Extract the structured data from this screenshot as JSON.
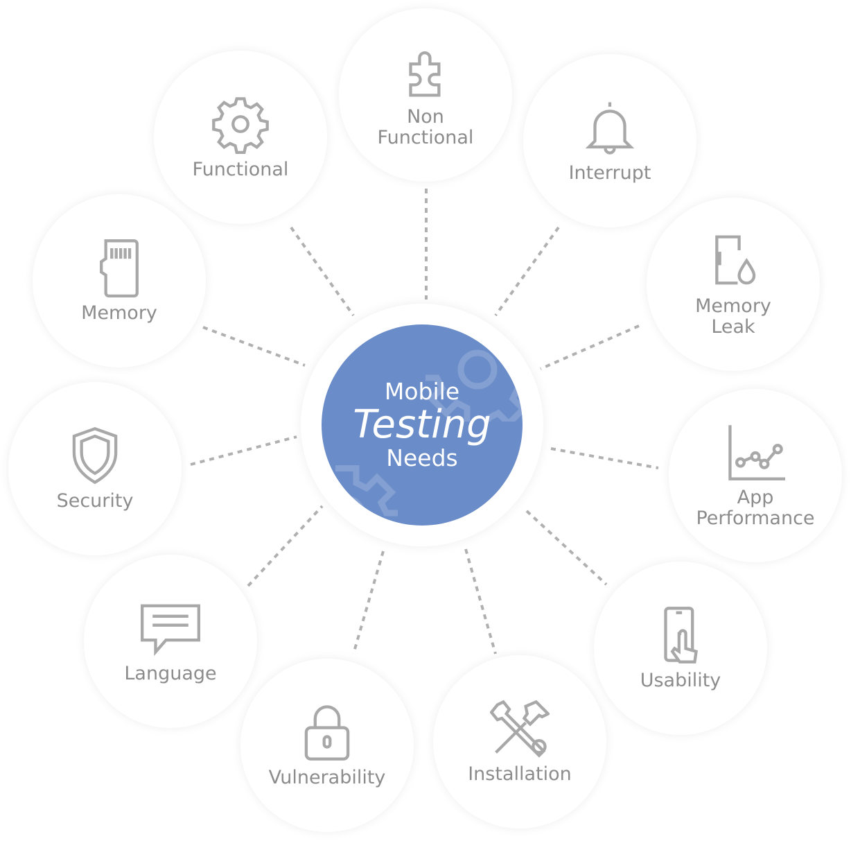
{
  "center": {
    "line1": "Mobile",
    "line2": "Testing",
    "line3": "Needs",
    "color": "#6a8cc8"
  },
  "nodes": [
    {
      "id": "non-functional",
      "label": "Non Functional",
      "icon": "puzzle-icon"
    },
    {
      "id": "functional",
      "label": "Functional",
      "icon": "gear-icon"
    },
    {
      "id": "interrupt",
      "label": "Interrupt",
      "icon": "bell-icon"
    },
    {
      "id": "memory",
      "label": "Memory",
      "icon": "memory-card-icon"
    },
    {
      "id": "memory-leak",
      "label": "Memory Leak",
      "icon": "leak-icon"
    },
    {
      "id": "security",
      "label": "Security",
      "icon": "shield-icon"
    },
    {
      "id": "app-performance",
      "label": "App Performance",
      "icon": "chart-icon"
    },
    {
      "id": "language",
      "label": "Language",
      "icon": "speech-bubble-icon"
    },
    {
      "id": "usability",
      "label": "Usability",
      "icon": "touch-phone-icon"
    },
    {
      "id": "vulnerability",
      "label": "Vulnerability",
      "icon": "padlock-icon"
    },
    {
      "id": "installation",
      "label": "Installation",
      "icon": "tools-icon"
    }
  ]
}
